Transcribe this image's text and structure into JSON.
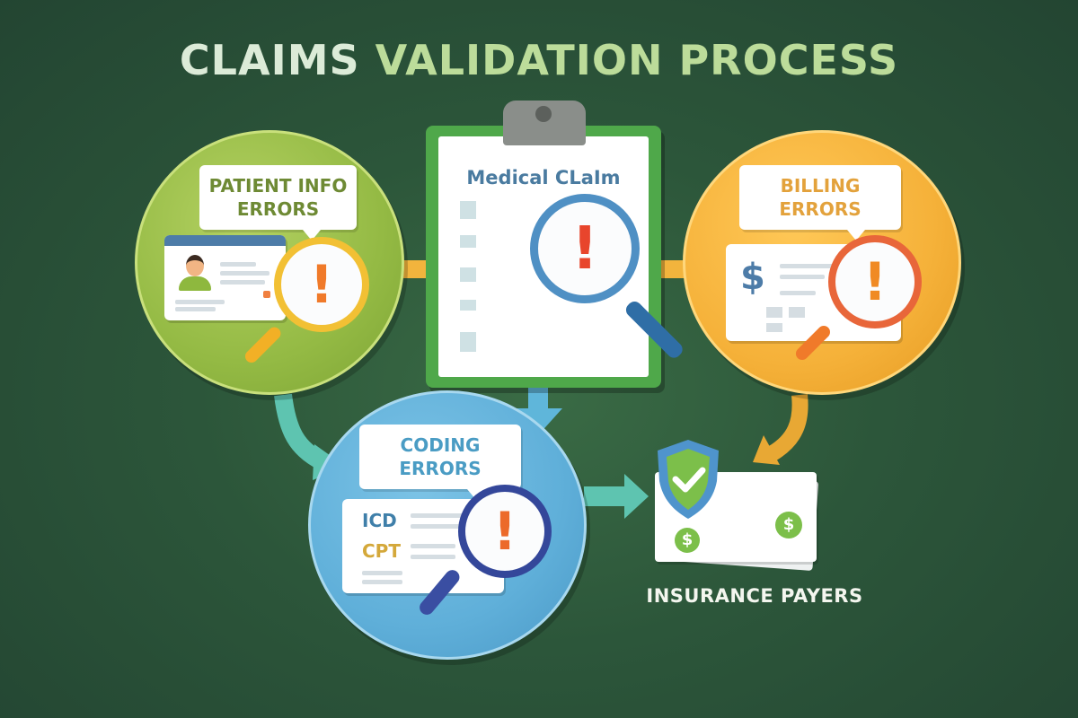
{
  "title": {
    "part1": "CLAIMS",
    "part2": "VALIDATION PROCESS"
  },
  "center_document": {
    "title": "Medical CLaIm",
    "icon": "clipboard-icon",
    "alert_icon": "exclamation-icon"
  },
  "error_categories": [
    {
      "id": "patient-info",
      "label_line1": "PATIENT INFO",
      "label_line2": "ERRORS",
      "color": "#94ba44",
      "icon": "id-card-icon",
      "alert_icon": "exclamation-icon"
    },
    {
      "id": "billing",
      "label_line1": "BILLING",
      "label_line2": "ERRORS",
      "color": "#f5b139",
      "icon": "dollar-invoice-icon",
      "currency_symbol": "$",
      "alert_icon": "exclamation-icon"
    },
    {
      "id": "coding",
      "label_line1": "CODING",
      "label_line2": "ERRORS",
      "color": "#5fafd9",
      "icon": "code-sheet-icon",
      "codes": [
        "ICD",
        "CPT"
      ],
      "alert_icon": "exclamation-icon"
    }
  ],
  "destination": {
    "label": "INSURANCE PAYERS",
    "icon": "shield-check-icon",
    "money_icon": "dollar-coin-icon",
    "currency_symbol": "$"
  },
  "alert_glyph": "!",
  "colors": {
    "background": "#2c563a",
    "title_light": "#dcebd8",
    "title_accent": "#bcdc9a",
    "clipboard_green": "#4fa84a",
    "alert_red": "#e8452c",
    "alert_orange": "#f07a2a",
    "connector_yellow": "#f2b43d",
    "arrow_teal": "#5ec4b0"
  }
}
